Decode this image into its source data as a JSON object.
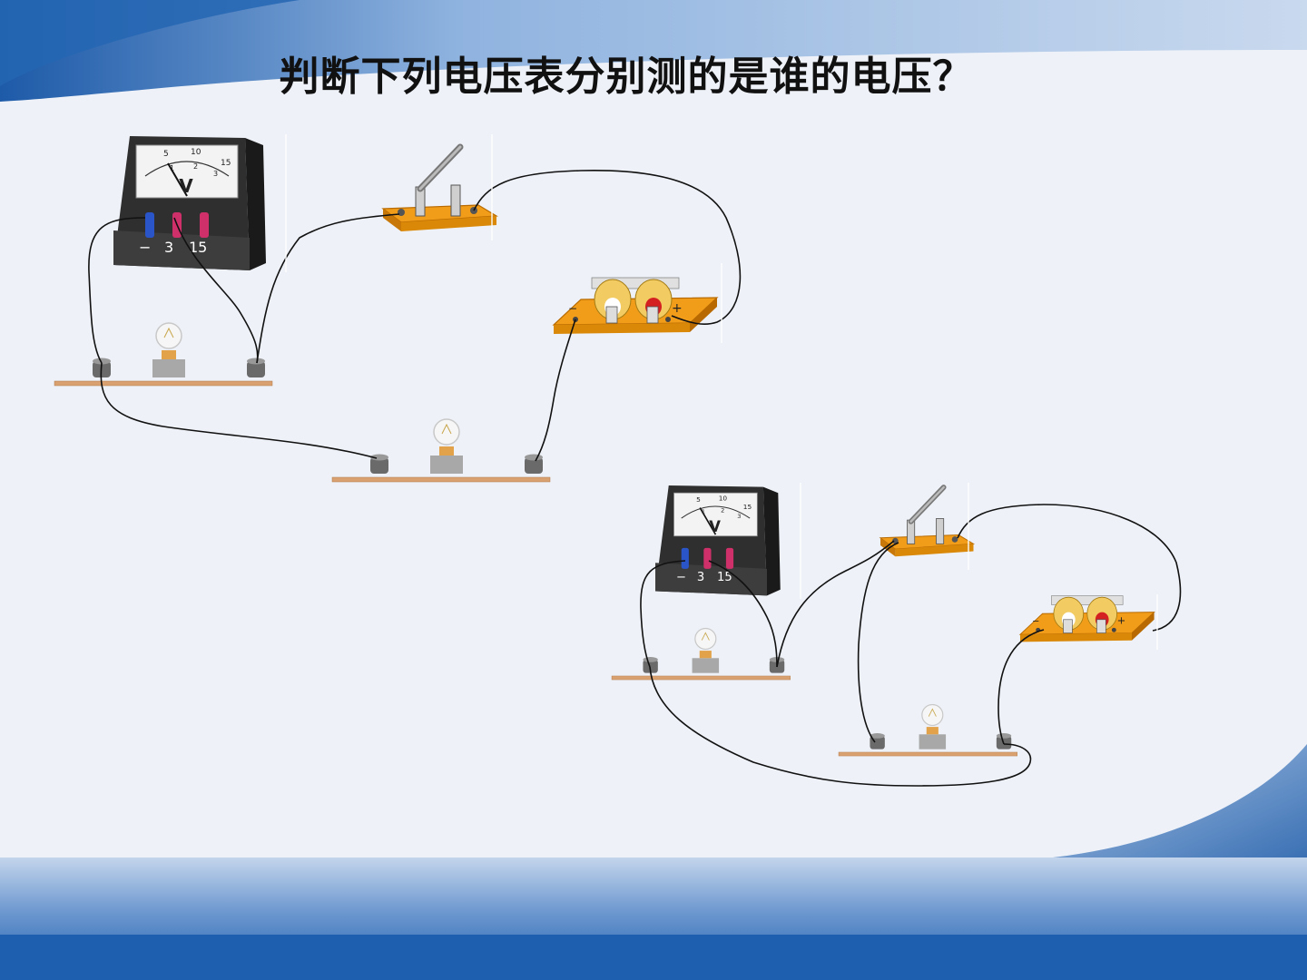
{
  "title": "判断下列电压表分别测的是谁的电压？",
  "voltmeter": {
    "symbol": "V",
    "dial_top_marks": [
      "5",
      "10",
      "15"
    ],
    "dial_bottom_marks": [
      "1",
      "2",
      "3"
    ],
    "terminals": [
      "−",
      "3",
      "15"
    ]
  },
  "battery_box": {
    "minus": "−",
    "plus": "+"
  },
  "colors": {
    "board": "#f29d1a",
    "board_edge": "#b86a00",
    "rail": "#d9a070",
    "meter_body": "#2f2f2f",
    "dial": "#f3f3f3",
    "terminal_blue": "#2a55c8",
    "terminal_red": "#d0306a",
    "background_blue": "#3d6fb8"
  }
}
